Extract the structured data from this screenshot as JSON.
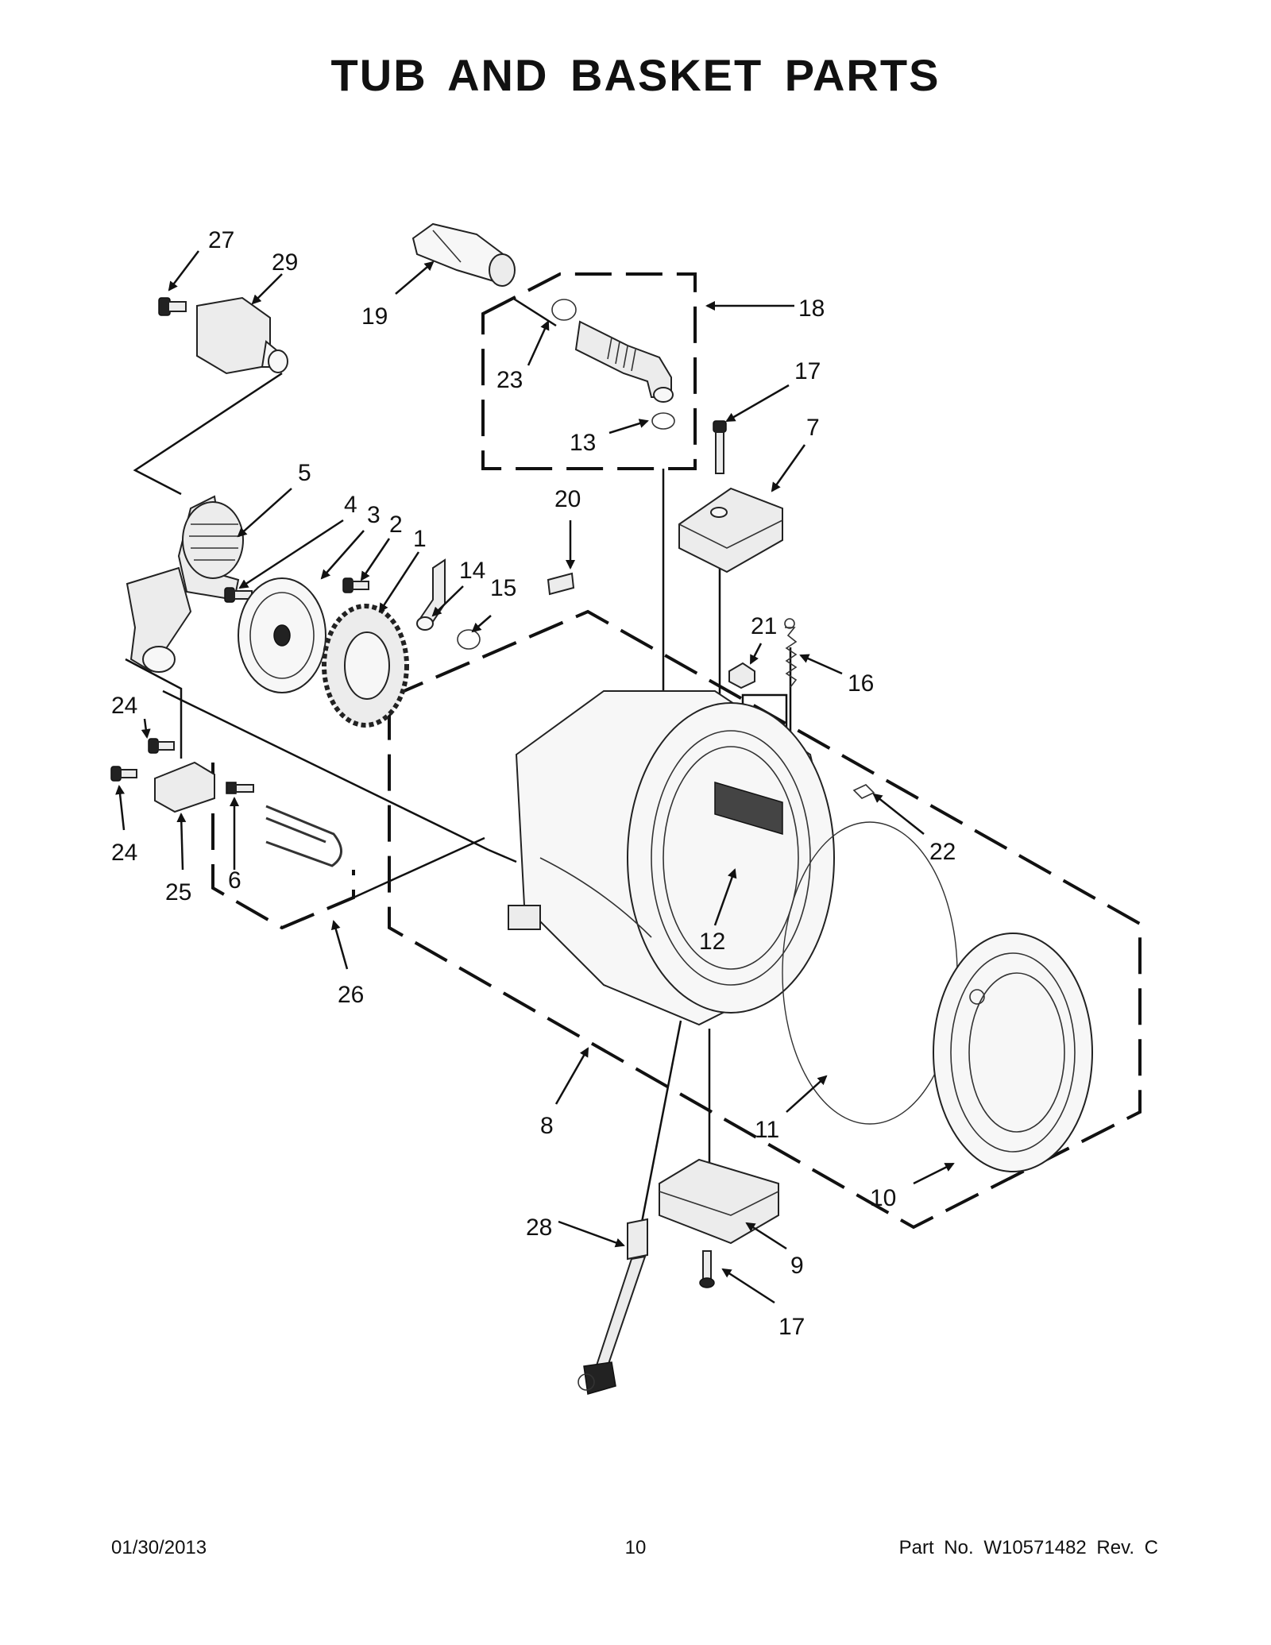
{
  "title": "TUB AND BASKET PARTS",
  "footer": {
    "date": "01/30/2013",
    "page": "10",
    "part_number": "Part No.  W10571482  Rev.  C"
  },
  "callouts": {
    "c1": "1",
    "c2": "2",
    "c3": "3",
    "c4": "4",
    "c5": "5",
    "c6": "6",
    "c7": "7",
    "c8": "8",
    "c9": "9",
    "c10": "10",
    "c11": "11",
    "c12": "12",
    "c13": "13",
    "c14": "14",
    "c15": "15",
    "c16": "16",
    "c17a": "17",
    "c17b": "17",
    "c18": "18",
    "c19": "19",
    "c20": "20",
    "c21": "21",
    "c22": "22",
    "c23": "23",
    "c24a": "24",
    "c24b": "24",
    "c25": "25",
    "c26": "26",
    "c27": "27",
    "c28": "28",
    "c29": "29"
  }
}
